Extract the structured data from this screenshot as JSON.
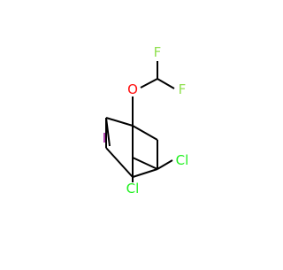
{
  "molecule": {
    "atoms": {
      "iodine": "I",
      "oxygen": "O",
      "fluorine_top": "F",
      "fluorine_right": "F",
      "chlorine_right": "Cl",
      "chlorine_bottom": "Cl"
    },
    "colors": {
      "bond": "#000000",
      "iodine": "#940094",
      "oxygen": "#ff0d0d",
      "fluorine": "#90e050",
      "chlorine": "#1ff01f"
    }
  }
}
